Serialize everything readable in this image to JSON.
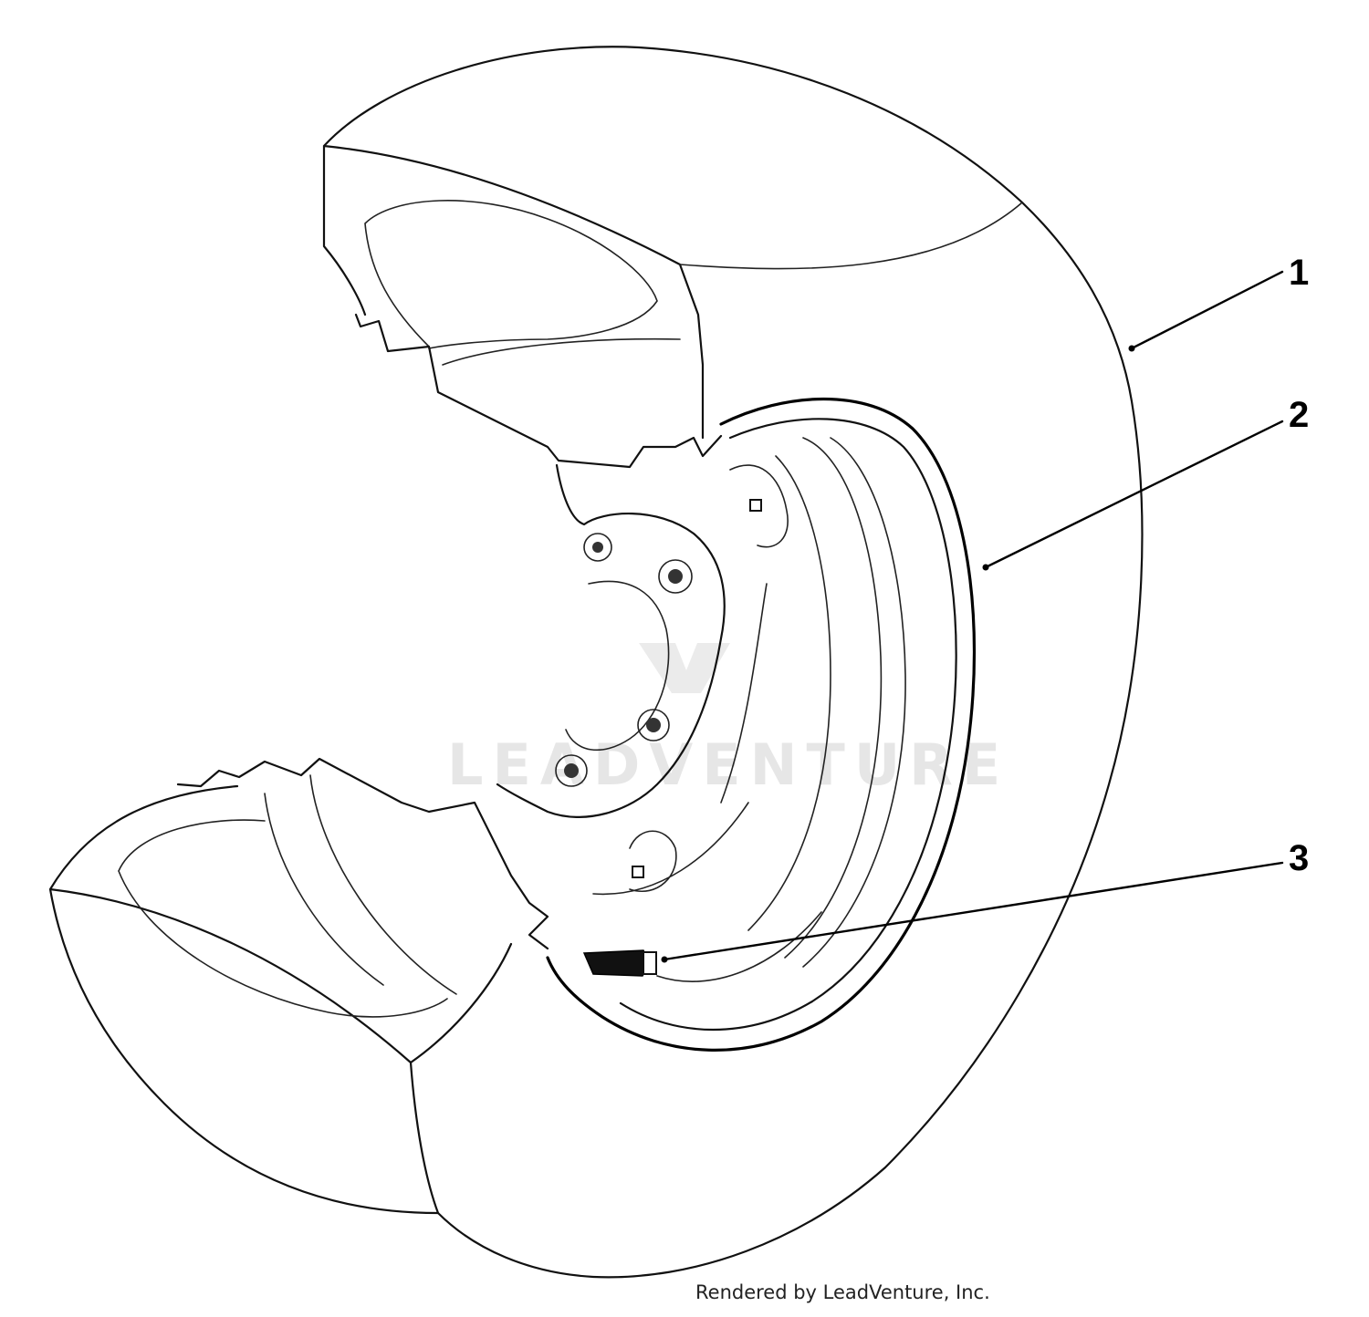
{
  "callouts": [
    {
      "label": "1"
    },
    {
      "label": "2"
    },
    {
      "label": "3"
    }
  ],
  "watermark": "LEADVENTURE",
  "credit": "Rendered by LeadVenture, Inc.",
  "colors": {
    "line": "#111111",
    "background": "#ffffff",
    "watermark": "#e6e6e6"
  }
}
